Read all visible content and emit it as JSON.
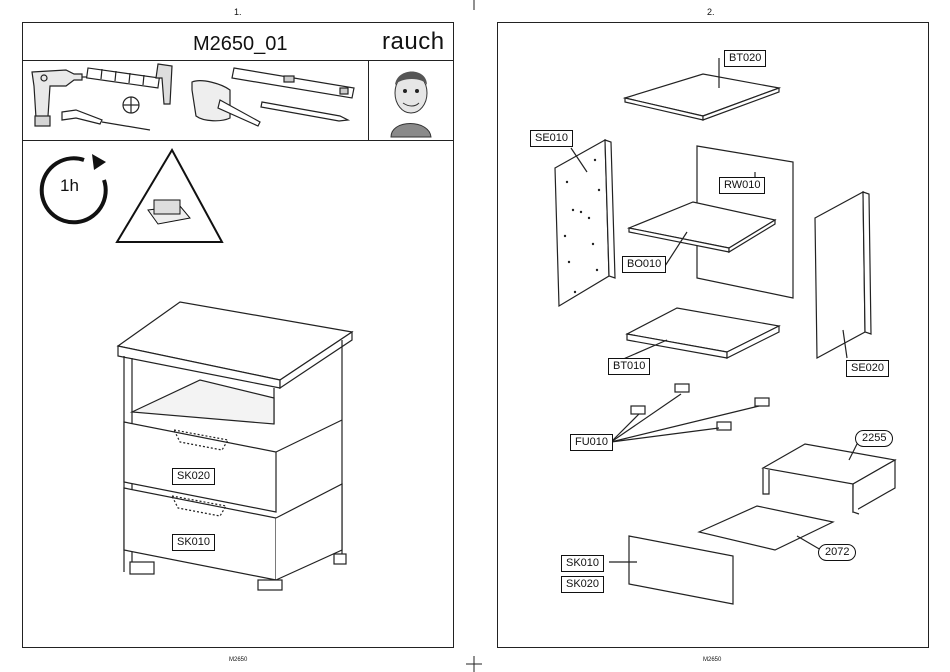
{
  "page_numbers": {
    "left": "1.",
    "right": "2."
  },
  "footer": {
    "left": "M2650",
    "right": "M2650"
  },
  "header": {
    "model": "M2650_01",
    "brand": "rauch"
  },
  "tools": [
    "drill-icon",
    "hammer-icon",
    "phillips-screwdriver-icon",
    "rubber-mallet-icon",
    "spirit-level-icon",
    "pencil-icon",
    "tape-measure-icon"
  ],
  "time_estimate": "1h",
  "front_labels": {
    "top_drawer": "SK020",
    "bottom_drawer": "SK010"
  },
  "parts": {
    "top": "BT020",
    "side_left": "SE010",
    "back": "RW010",
    "shelf": "BO010",
    "bottom": "BT010",
    "side_right": "SE020",
    "feet": "FU010",
    "drawer_box": "2255",
    "drawer_bottom": "2072",
    "drawer_front_1": "SK010",
    "drawer_front_2": "SK020"
  }
}
